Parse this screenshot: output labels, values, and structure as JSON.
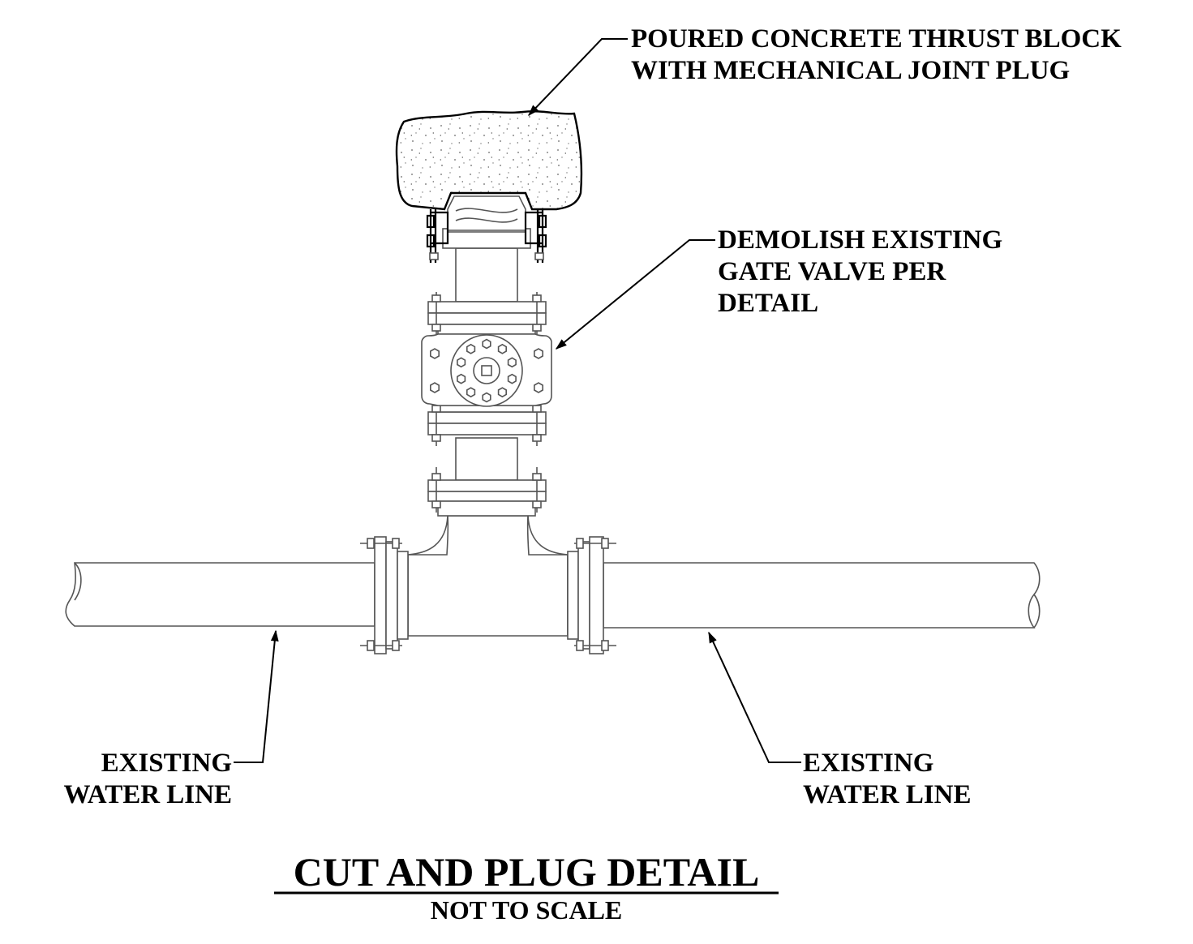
{
  "callouts": {
    "thrust_block": [
      "POURED CONCRETE THRUST BLOCK",
      "WITH MECHANICAL JOINT PLUG"
    ],
    "gate_valve": [
      "DEMOLISH EXISTING",
      "GATE VALVE PER",
      "DETAIL"
    ],
    "water_line_left": [
      "EXISTING",
      "WATER LINE"
    ],
    "water_line_right": [
      "EXISTING",
      "WATER LINE"
    ]
  },
  "title": {
    "main": "CUT AND PLUG DETAIL",
    "sub": "NOT TO SCALE"
  },
  "colors": {
    "background": "#ffffff",
    "text": "#000000",
    "linework": "#555555"
  }
}
